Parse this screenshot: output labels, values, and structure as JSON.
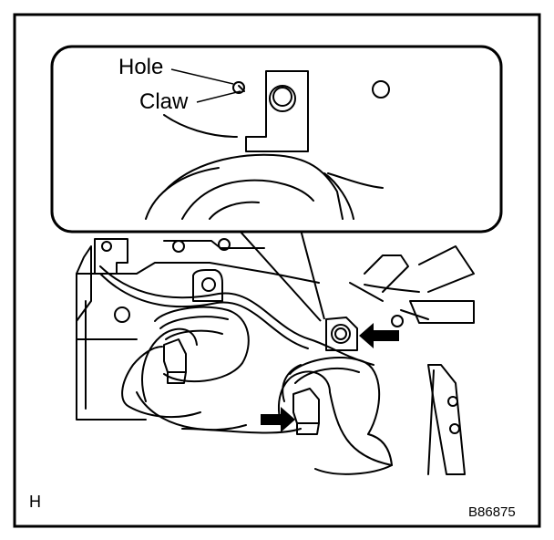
{
  "labels": {
    "hole": "Hole",
    "claw": "Claw",
    "view_code": "H",
    "figure_id": "B86875"
  },
  "colors": {
    "ink": "#000000",
    "paper": "#ffffff"
  },
  "icons": [
    "arrow-pointer-icon"
  ]
}
